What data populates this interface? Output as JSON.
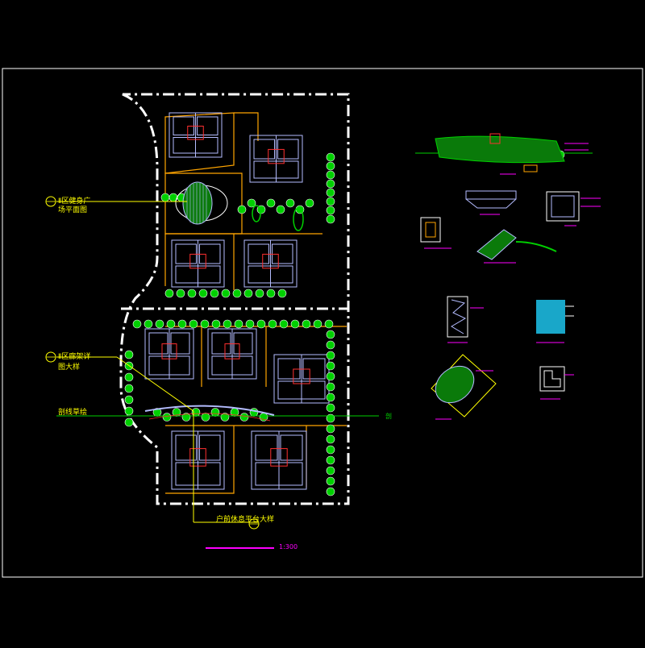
{
  "labels": {
    "plaza_plan_line1": "Ⅱ区健身广",
    "plaza_plan_line2": "场平面图",
    "corridor_detail_line1": "Ⅱ区廊架详",
    "corridor_detail_line2": "图大样",
    "section_line": "剖线草绘",
    "section_mark": "剖",
    "platform_detail": "户前休息平台大样",
    "scale": "1:300"
  },
  "colors": {
    "background": "#000000",
    "frame": "#ffffff",
    "building": "#b4bcff",
    "path": "#ffa500",
    "tree": "#00d000",
    "tree_dark": "#0a7a0a",
    "leader": "#ffff00",
    "dim": "#ff00ff",
    "cyan": "#19a7c9",
    "red": "#ff3030"
  }
}
